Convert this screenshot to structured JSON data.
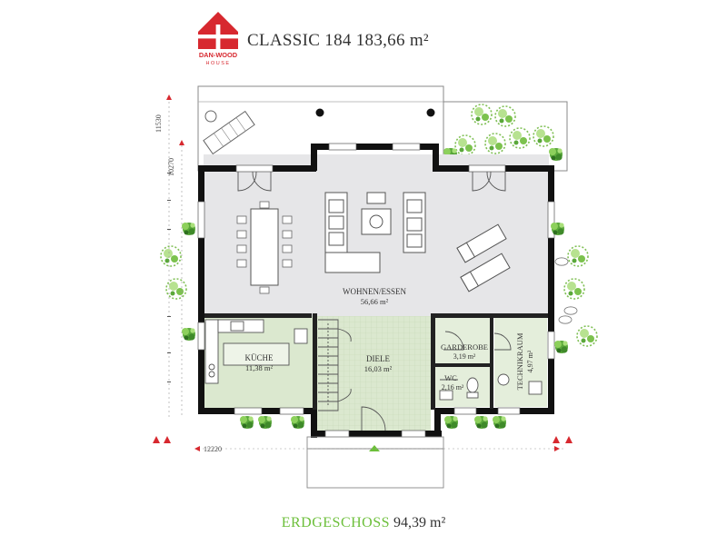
{
  "header": {
    "title": "CLASSIC 184 183,66 m²",
    "logo_text": "DAN-WOOD",
    "logo_subtext": "HOUSE"
  },
  "rooms": {
    "wohnen_name": "WOHNEN/ESSEN",
    "wohnen_area": "56,66 m²",
    "kueche_name": "KÜCHE",
    "kueche_area": "11,38 m²",
    "diele_name": "DIELE",
    "diele_area": "16,03 m²",
    "garderobe_name": "GARDEROBE",
    "garderobe_area": "3,19 m²",
    "wc_name": "WC",
    "wc_area": "2,16 m²",
    "technik_name": "TECHNIKRAUM",
    "technik_area": "4,97 m²"
  },
  "dimensions": {
    "d11530": "11530",
    "d10270": "10270",
    "d12220": "12220"
  },
  "footer": {
    "floor_label": "ERDGESCHOSS",
    "floor_area": "94,39 m²"
  },
  "colors": {
    "brand_red": "#d7282f",
    "accent_green": "#6cbf3a",
    "wall": "#111111",
    "living_floor": "#e6e6e8",
    "tiled_floor": "#dbe8cf"
  }
}
